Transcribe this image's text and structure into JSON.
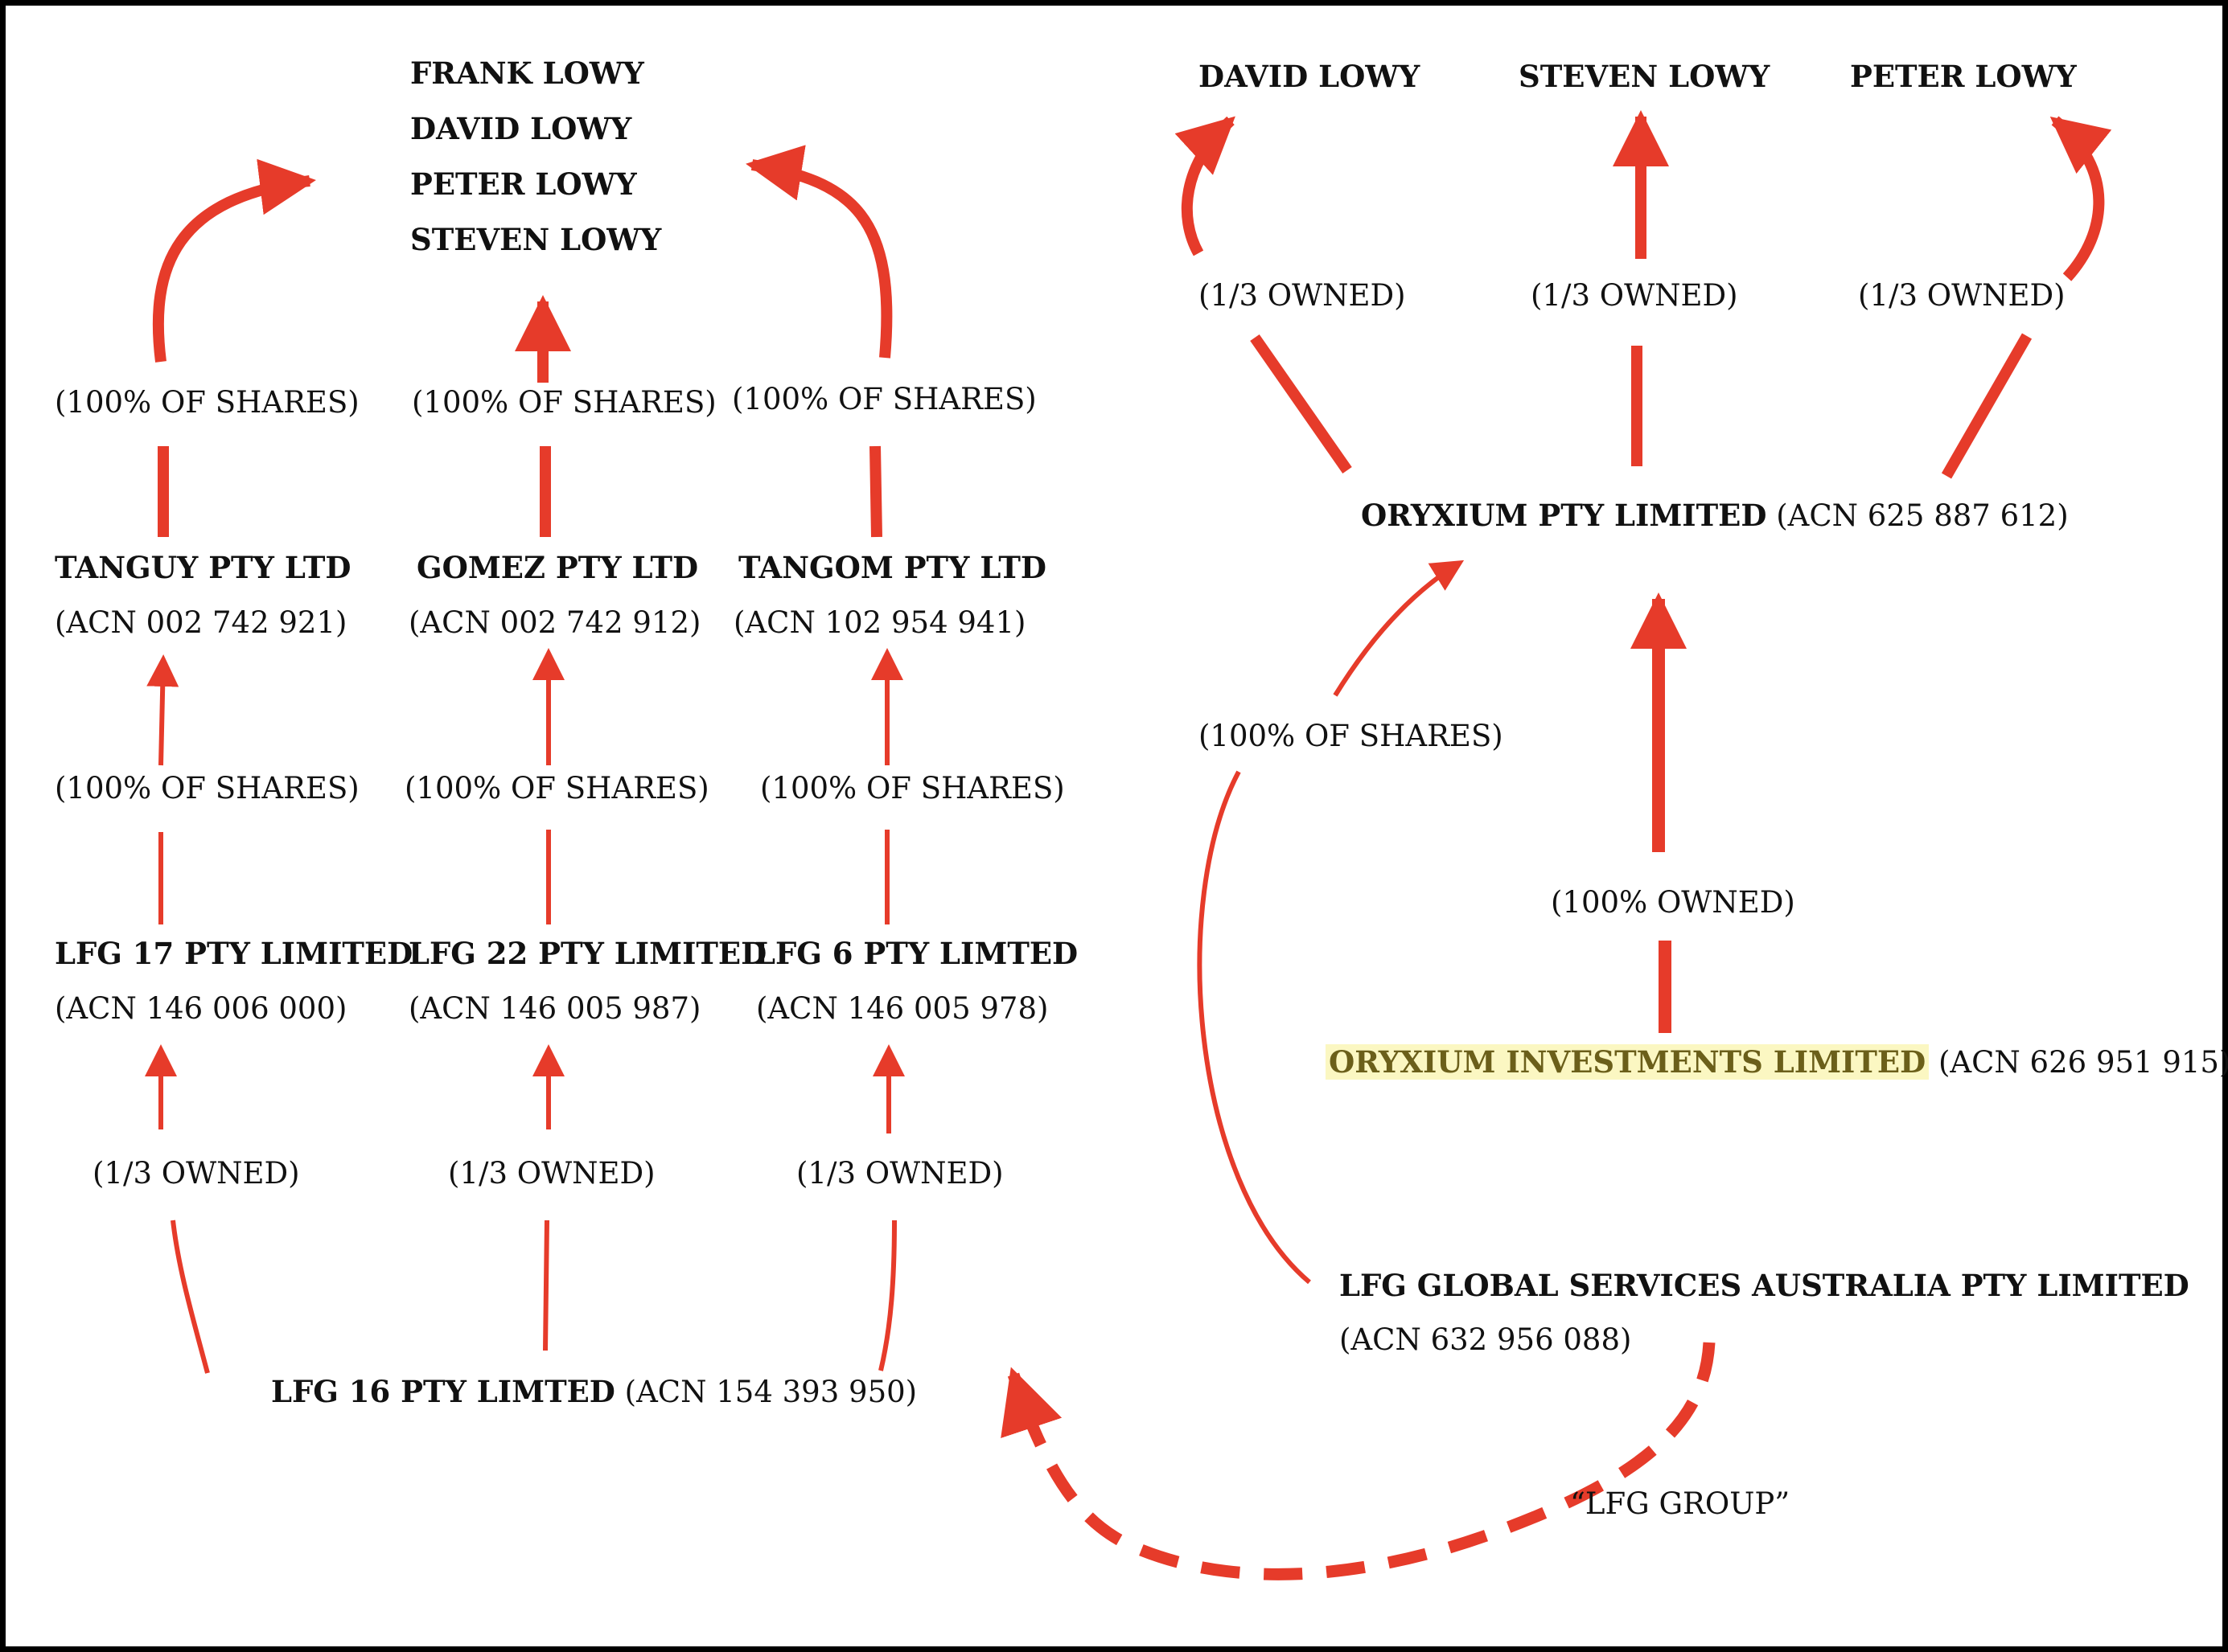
{
  "top_left": {
    "names": [
      "FRANK LOWY",
      "DAVID LOWY",
      "PETER LOWY",
      "STEVEN LOWY"
    ]
  },
  "top_right": {
    "names": [
      "DAVID LOWY",
      "STEVEN LOWY",
      "PETER LOWY"
    ]
  },
  "left_columns": [
    {
      "shares_top": "(100% OF SHARES)",
      "company": "TANGUY PTY LTD",
      "company_acn": "(ACN 002 742 921)",
      "shares_mid": "(100% OF SHARES)",
      "sub": "LFG 17 PTY LIMITED",
      "sub_acn": "(ACN 146 006 000)",
      "owned": "(1/3 OWNED)"
    },
    {
      "shares_top": "(100% OF SHARES)",
      "company": "GOMEZ PTY LTD",
      "company_acn": "(ACN 002 742 912)",
      "shares_mid": "(100% OF SHARES)",
      "sub": "LFG 22 PTY LIMITED",
      "sub_acn": "(ACN 146 005 987)",
      "owned": "(1/3 OWNED)"
    },
    {
      "shares_top": "(100% OF SHARES)",
      "company": "TANGOM PTY LTD",
      "company_acn": "(ACN 102 954 941)",
      "shares_mid": "(100% OF SHARES)",
      "sub": "LFG 6 PTY LIMTED",
      "sub_acn": "(ACN 146 005 978)",
      "owned": "(1/3 OWNED)"
    }
  ],
  "lfg16": {
    "name": "LFG 16 PTY LIMTED",
    "acn": "(ACN 154 393 950)"
  },
  "right_owned": [
    "(1/3 OWNED)",
    "(1/3 OWNED)",
    "(1/3 OWNED)"
  ],
  "oryxium": {
    "name": "ORYXIUM PTY LIMITED",
    "acn": "(ACN 625 887 612)"
  },
  "oryxium_shares": "(100% OF SHARES)",
  "oryxium_owned": "(100% OWNED)",
  "oryxium_investments": {
    "name": "ORYXIUM INVESTMENTS LIMITED",
    "acn": "(ACN 626 951 915)"
  },
  "lfg_global": {
    "name": "LFG GLOBAL SERVICES AUSTRALIA PTY LIMITED",
    "acn": "(ACN 632 956 088)"
  },
  "lfg_group": "“LFG GROUP”",
  "colors": {
    "arrow": "#e63b2a",
    "highlight": "#fbf7c2",
    "border": "#000000"
  }
}
